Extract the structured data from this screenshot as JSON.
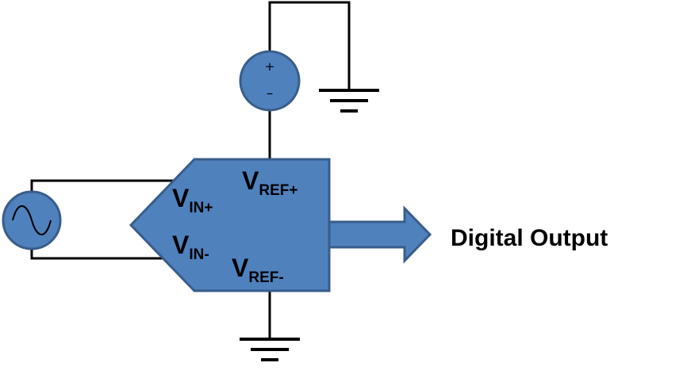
{
  "diagram": {
    "reference_source": {
      "plus_symbol": "+",
      "minus_symbol": "–"
    },
    "adc": {
      "vin_plus": {
        "main": "V",
        "sub": "IN+"
      },
      "vin_minus": {
        "main": "V",
        "sub": "IN-"
      },
      "vref_plus": {
        "main": "V",
        "sub": "REF+"
      },
      "vref_minus": {
        "main": "V",
        "sub": "REF-"
      }
    },
    "output_label": "Digital Output"
  }
}
